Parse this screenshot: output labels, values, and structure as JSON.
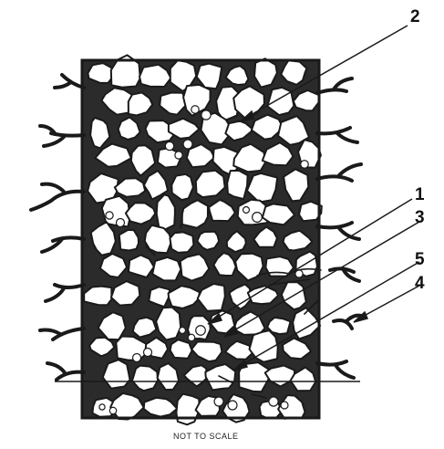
{
  "figure": {
    "callouts": [
      {
        "key": "c2",
        "label": "2"
      },
      {
        "key": "c1",
        "label": "1"
      },
      {
        "key": "c3",
        "label": "3"
      },
      {
        "key": "c5",
        "label": "5"
      },
      {
        "key": "c4",
        "label": "4"
      }
    ],
    "caption": "NOT TO SCALE"
  },
  "colors": {
    "ink": "#1a1a1a",
    "stone_fill": "#ffffff",
    "matrix": "#2b2b2b",
    "background": "#ffffff"
  }
}
